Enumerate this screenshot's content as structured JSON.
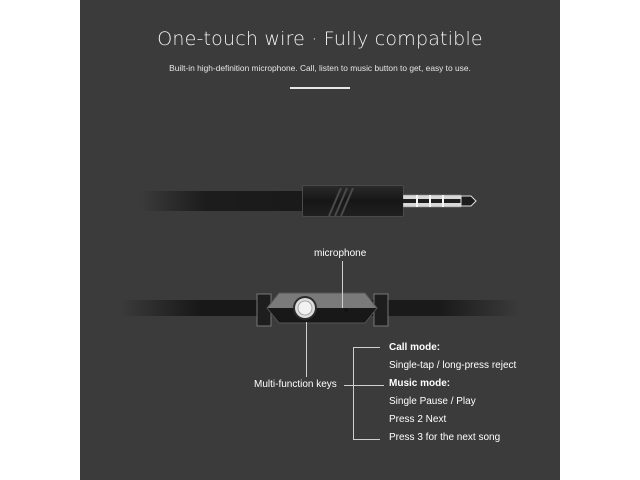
{
  "header": {
    "title": "One-touch wire · Fully compatible",
    "subtitle": "Built-in high-definition microphone. Call, listen to music button to get, easy to use."
  },
  "callouts": {
    "microphone": "microphone",
    "keys": "Multi-function keys"
  },
  "modes": {
    "call_title": "Call mode:",
    "call_items": [
      "Single-tap / long-press reject"
    ],
    "music_title": "Music mode:",
    "music_items": [
      "Single Pause / Play",
      "Press 2 Next",
      "Press 3 for the next song"
    ]
  },
  "colors": {
    "background": "#3b3b3b",
    "page": "#ffffff",
    "text": "#ffffff"
  }
}
